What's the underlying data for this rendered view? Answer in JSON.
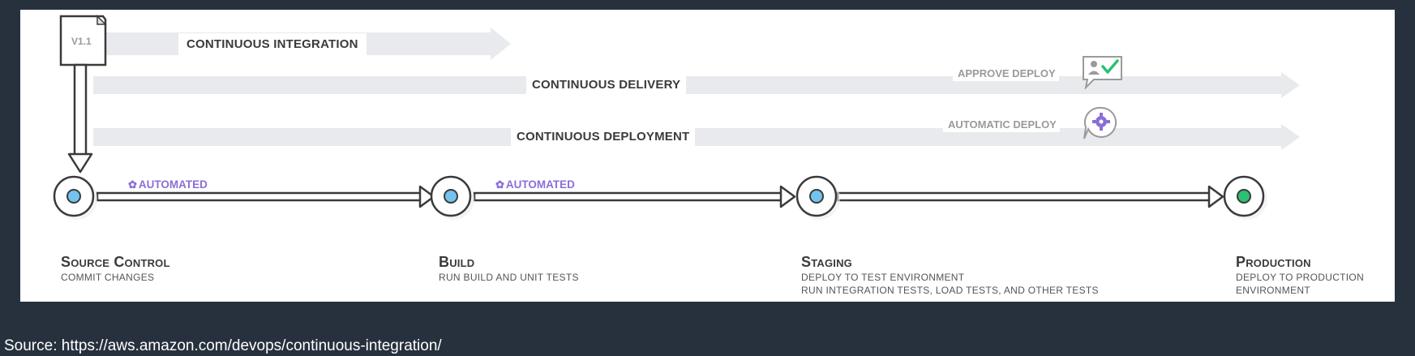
{
  "diagram": {
    "version_label": "V1.1",
    "bands": {
      "ci": "CONTINUOUS INTEGRATION",
      "delivery": "CONTINUOUS DELIVERY",
      "deployment": "CONTINUOUS DEPLOYMENT"
    },
    "approve_deploy": "APPROVE DEPLOY",
    "automatic_deploy": "AUTOMATIC DEPLOY",
    "automated_label": "AUTOMATED",
    "stages": [
      {
        "title": "Source Control",
        "desc1": "COMMIT CHANGES",
        "desc2": ""
      },
      {
        "title": "Build",
        "desc1": "RUN BUILD AND UNIT TESTS",
        "desc2": ""
      },
      {
        "title": "Staging",
        "desc1": "DEPLOY TO TEST ENVIRONMENT",
        "desc2": "RUN INTEGRATION TESTS, LOAD TESTS, AND OTHER TESTS"
      },
      {
        "title": "Production",
        "desc1": "DEPLOY TO PRODUCTION",
        "desc2": "ENVIRONMENT"
      }
    ],
    "colors": {
      "stage_dot_blue": "#74c3ef",
      "stage_dot_green": "#2fbf71",
      "automated": "#8a6fd6",
      "approve_check": "#2fbf71",
      "band": "#e8eaed"
    }
  },
  "footer": {
    "source": "Source: https://aws.amazon.com/devops/continuous-integration/"
  }
}
